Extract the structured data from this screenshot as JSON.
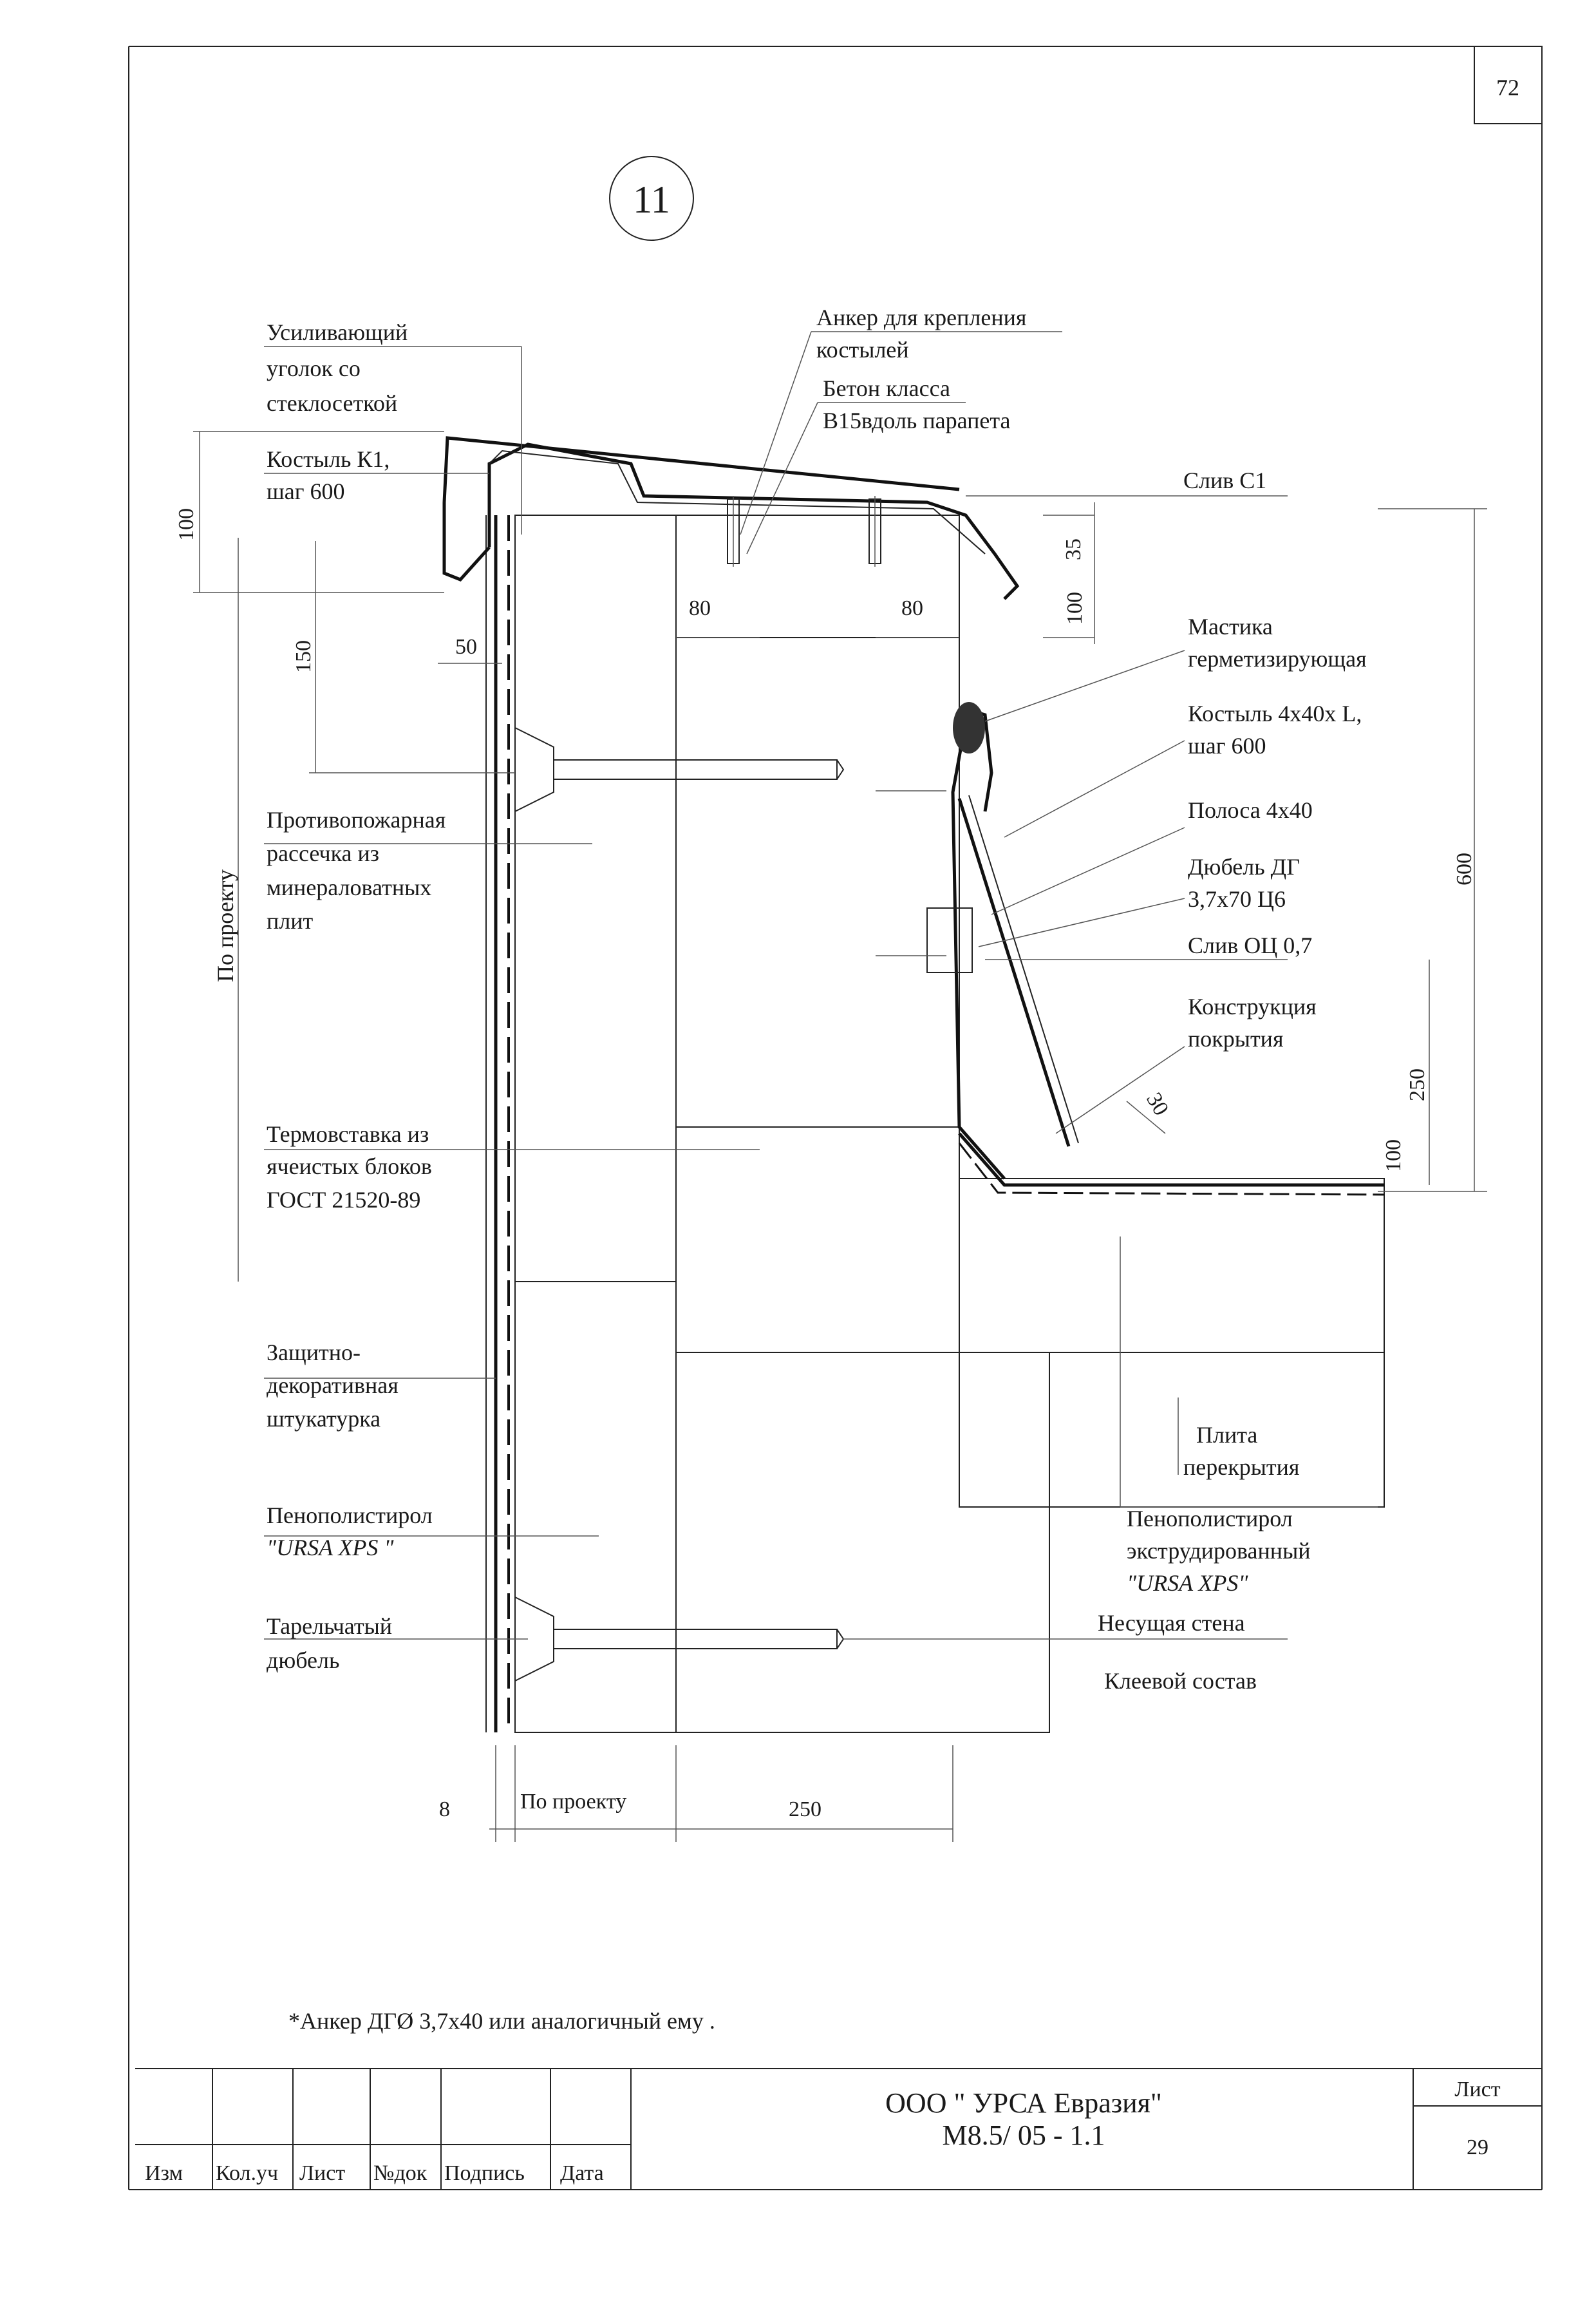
{
  "sheet_number_top": "72",
  "node_number": "11",
  "labels": {
    "reinforcing_angle": [
      "Усиливающий",
      "уголок со",
      "стеклосеткой"
    ],
    "crutch_k1": [
      "Костыль К1,",
      "шаг 600"
    ],
    "anchor": [
      "Анкер для крепления",
      "костылей"
    ],
    "concrete": [
      "Бетон класса",
      "В15вдоль парапета"
    ],
    "flashing_c1": "Слив С1",
    "mastic": [
      "Мастика",
      "герметизирующая"
    ],
    "crutch_4x40": [
      "Костыль 4х40х L,",
      "шаг 600"
    ],
    "strip": "Полоса 4х40",
    "dowel_dg": [
      "Дюбель ДГ",
      "3,7х70 Ц6"
    ],
    "flashing_oc": "Слив ОЦ 0,7",
    "roof_structure": [
      "Конструкция",
      "покрытия"
    ],
    "fire_break": [
      "Противопожарная",
      "рассечка из",
      "минераловатных",
      "плит"
    ],
    "thermal_insert": [
      "Термовставка из",
      "ячеистых блоков",
      "ГОСТ 21520-89"
    ],
    "plaster": [
      "Защитно-",
      "декоративная",
      "штукатурка"
    ],
    "eps_left": [
      "Пенополистирол",
      "\"URSA XPS \""
    ],
    "floor_slab": [
      "Плита",
      "перекрытия"
    ],
    "eps_right": [
      "Пенополистирол",
      "экструдированный",
      "\"URSA XPS\""
    ],
    "plate_dowel": [
      "Тарельчатый",
      "дюбель"
    ],
    "bearing_wall": "Несущая стена",
    "adhesive": "Клеевой состав",
    "by_project_vertical": "По проекту"
  },
  "dimensions": {
    "d100_left": "100",
    "d150": "150",
    "d50": "50",
    "d80_a": "80",
    "d80_b": "80",
    "d35": "35",
    "d100_right": "100",
    "d600": "600",
    "d250_right": "250",
    "d30": "30",
    "d100_bottom_right": "100",
    "d8": "8",
    "by_project_bottom": "По проекту",
    "d250_bottom": "250"
  },
  "footnote": "*Анкер ДГØ 3,7х40 или аналогичный ему .",
  "title_block": {
    "columns": [
      "Изм",
      "Кол.уч",
      "Лист",
      "№док",
      "Подпись",
      "Дата"
    ],
    "company": "ООО \" УРСА Евразия\"",
    "code": "М8.5/ 05 - 1.1",
    "sheet_label": "Лист",
    "sheet_value": "29"
  }
}
